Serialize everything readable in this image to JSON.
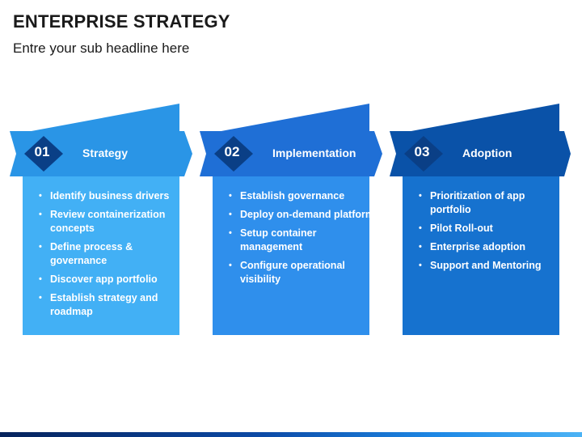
{
  "title": "ENTERPRISE STRATEGY",
  "subtitle": "Entre your sub headline here",
  "colors": {
    "card1_light": "#42b0f5",
    "card1_dark": "#2a95e6",
    "card2_light": "#2f8fec",
    "card2_dark": "#1f6fd6",
    "card3_light": "#1672cf",
    "card3_dark": "#0a52a8",
    "diamond": "#0a3f86"
  },
  "steps": [
    {
      "number": "01",
      "heading": "Strategy",
      "bullets": [
        "Identify business drivers",
        "Review containerization concepts",
        "Define process & governance",
        "Discover app portfolio",
        "Establish strategy and roadmap"
      ]
    },
    {
      "number": "02",
      "heading": "Implementation",
      "bullets": [
        "Establish governance",
        "Deploy on-demand platform",
        "Setup container management",
        "Configure operational visibility"
      ]
    },
    {
      "number": "03",
      "heading": "Adoption",
      "bullets": [
        "Prioritization of app portfolio",
        "Pilot Roll-out",
        "Enterprise adoption",
        "Support and Mentoring"
      ]
    }
  ]
}
